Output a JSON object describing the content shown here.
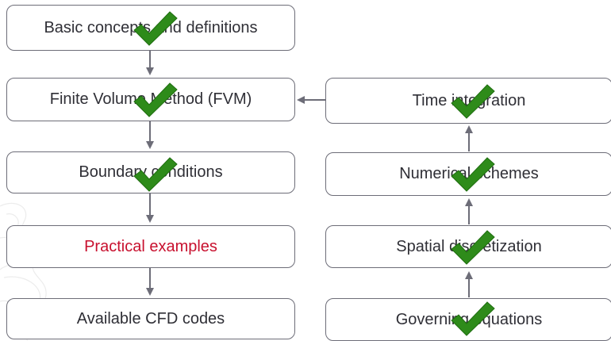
{
  "colors": {
    "box_border": "#6d6d78",
    "box_text": "#2f2f36",
    "highlight_text": "#c8102e",
    "arrow": "#6d6d78",
    "check": "#2e8b1a"
  },
  "left_column": [
    {
      "label": "Basic concepts and definitions",
      "checked": true,
      "highlight": false
    },
    {
      "label": "Finite Volume Method (FVM)",
      "checked": true,
      "highlight": false
    },
    {
      "label": "Boundary conditions",
      "checked": true,
      "highlight": false
    },
    {
      "label": "Practical examples",
      "checked": false,
      "highlight": true
    },
    {
      "label": "Available CFD codes",
      "checked": false,
      "highlight": false
    }
  ],
  "right_column": [
    {
      "label": "Time integration",
      "checked": true,
      "highlight": false
    },
    {
      "label": "Numerical schemes",
      "checked": true,
      "highlight": false
    },
    {
      "label": "Spatial discretization",
      "checked": true,
      "highlight": false
    },
    {
      "label": "Governing equations",
      "checked": true,
      "highlight": false
    }
  ],
  "check_icon": "checkmark-icon"
}
